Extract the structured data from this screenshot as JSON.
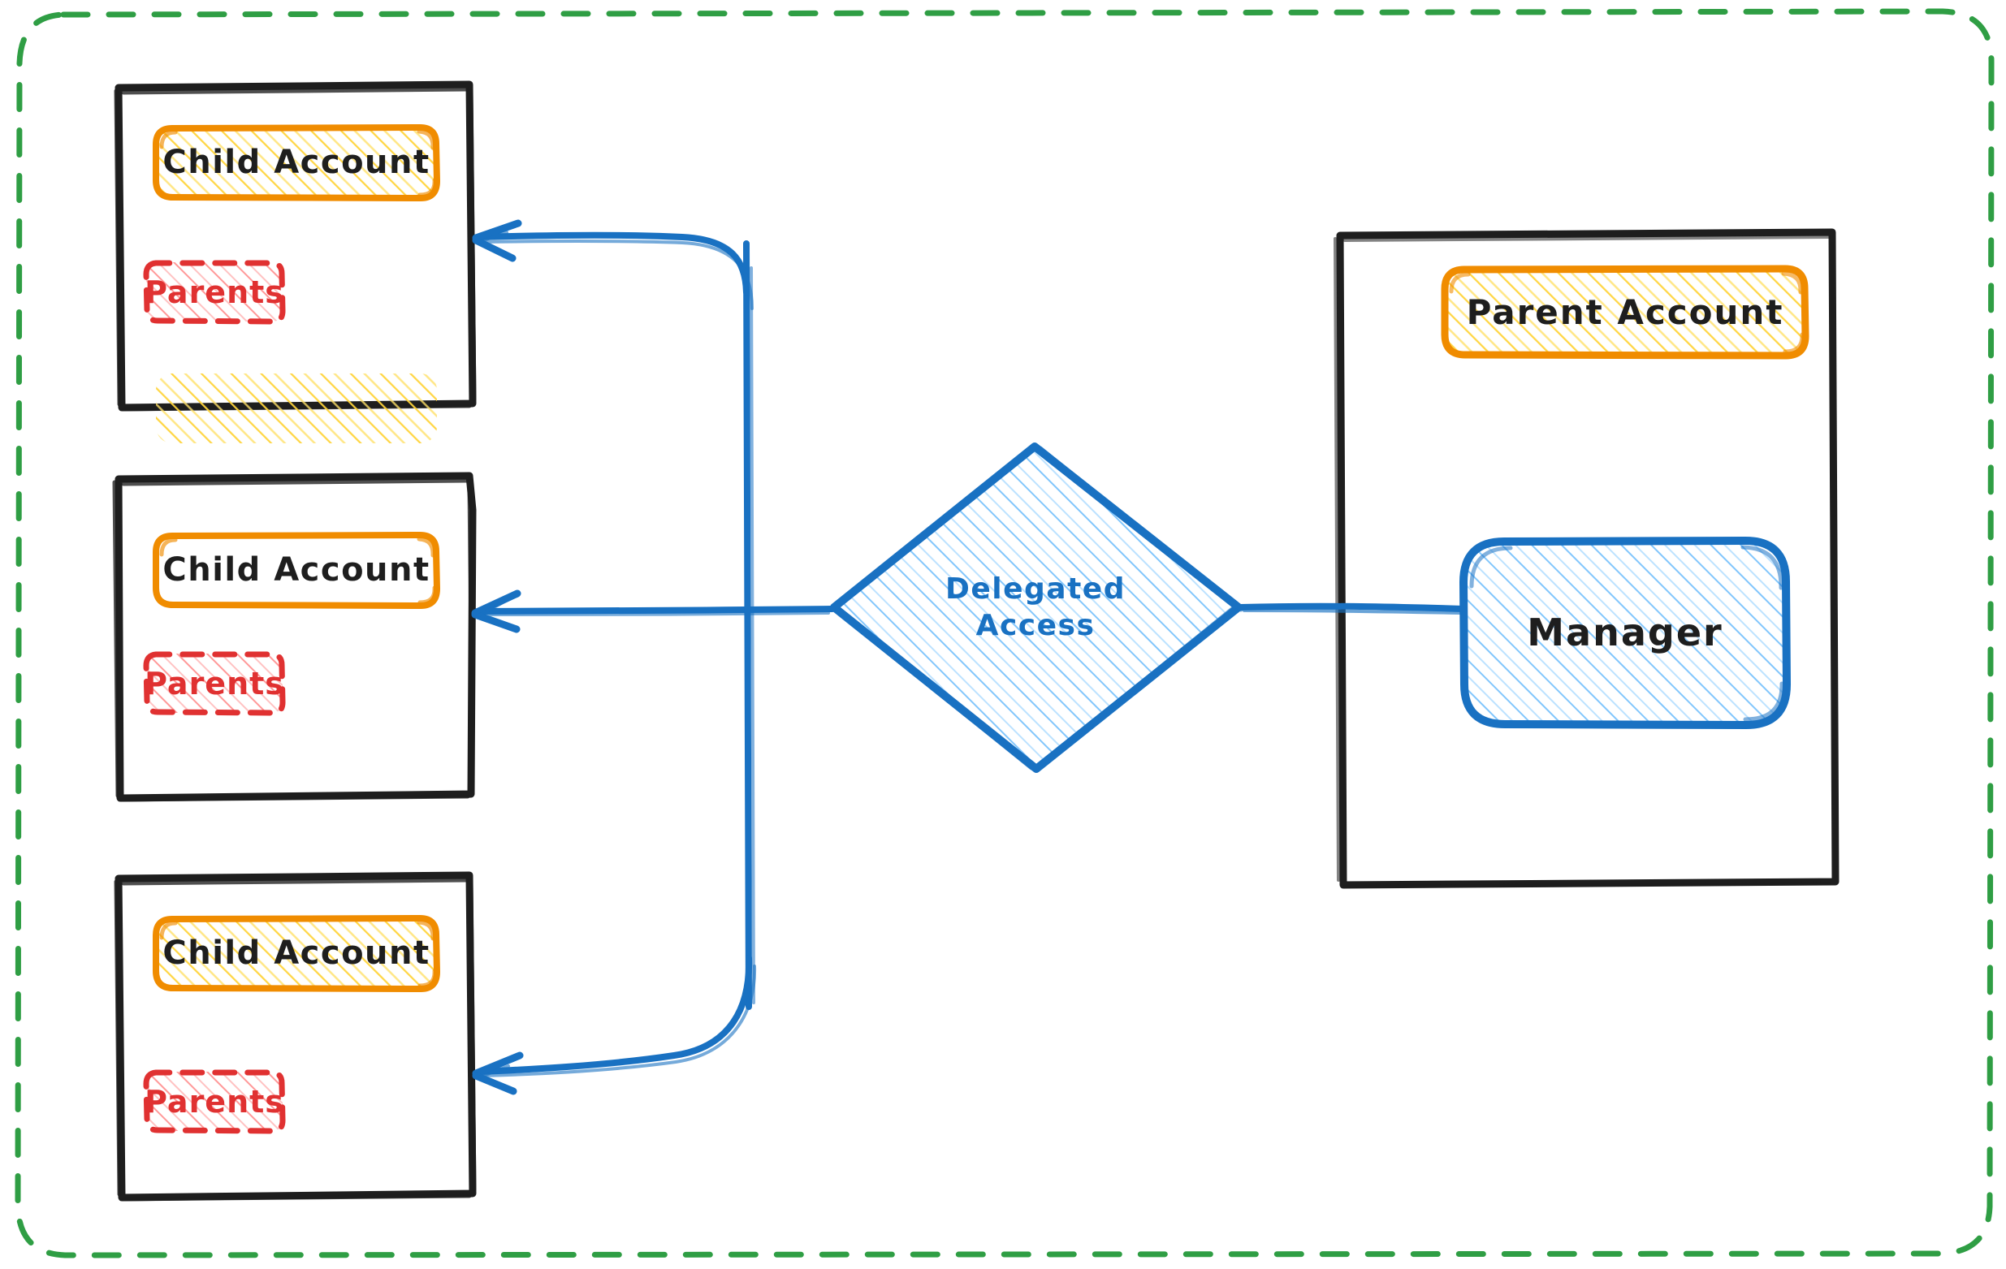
{
  "diagram": {
    "title": "Delegated Access",
    "type": "architecture-diagram",
    "style": "hand-drawn-sketch",
    "background": "#ffffff",
    "boundary": {
      "name": "outer-boundary",
      "stroke_color": "#2f9e44",
      "stroke_style": "dashed",
      "shape": "rounded-rectangle"
    },
    "colors": {
      "boundary_green": "#2f9e44",
      "container_black": "#1e1e1e",
      "account_orange": "#f08c00",
      "account_fill_yellow": "#ffd43b",
      "parents_red": "#e03131",
      "parents_fill_red": "#ff8787",
      "manager_blue": "#1971c2",
      "manager_fill_blue": "#74c0fc",
      "arrow_blue": "#1971c2"
    },
    "children": [
      {
        "container_name": "child-account-container-1",
        "account_label": "Child Account",
        "parents_label": "Parents"
      },
      {
        "container_name": "child-account-container-2",
        "account_label": "Child Account",
        "parents_label": "Parents"
      },
      {
        "container_name": "child-account-container-3",
        "account_label": "Child Account",
        "parents_label": "Parents"
      }
    ],
    "center_node": {
      "name": "delegated-access-node",
      "shape": "diamond",
      "label_line1": "Delegated",
      "label_line2": "Access",
      "label": "Delegated Access"
    },
    "parent_container": {
      "container_name": "parent-account-container",
      "account_label": "Parent Account",
      "manager_label": "Manager"
    },
    "edges": [
      {
        "name": "edge-delegated-to-child-1",
        "from": "delegated-access-node",
        "to": "child-account-container-1",
        "arrowhead": "end",
        "routing": "curved"
      },
      {
        "name": "edge-delegated-to-child-2",
        "from": "delegated-access-node",
        "to": "child-account-container-2",
        "arrowhead": "end",
        "routing": "straight"
      },
      {
        "name": "edge-delegated-to-child-3",
        "from": "delegated-access-node",
        "to": "child-account-container-3",
        "arrowhead": "end",
        "routing": "curved"
      },
      {
        "name": "edge-manager-to-delegated",
        "from": "manager-node",
        "to": "delegated-access-node",
        "arrowhead": "none",
        "routing": "straight"
      }
    ]
  }
}
